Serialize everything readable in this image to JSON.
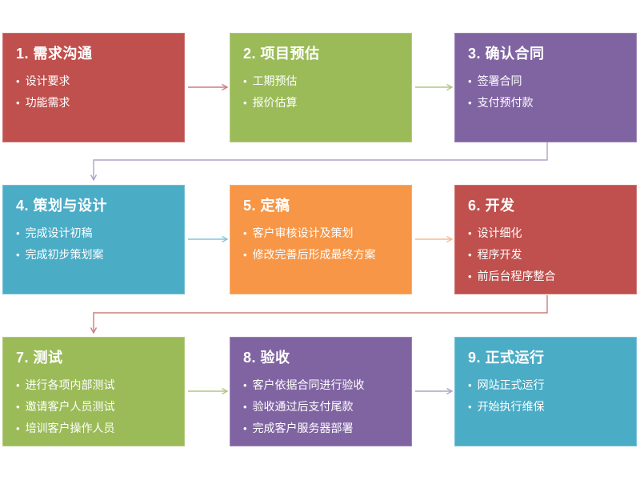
{
  "palette": {
    "red": "#C0504D",
    "green": "#9BBB59",
    "purple": "#8064A2",
    "teal": "#4BACC6",
    "orange": "#F79646",
    "red_tint": "#CC7E7B",
    "green_tint": "#B1C685",
    "purple_tint": "#B2A2C8",
    "teal_tint": "#84C5D9",
    "orange_tint": "#F9BA8F",
    "background": "#FFFFFF",
    "text": "#FFFFFF"
  },
  "steps": [
    {
      "number": 1,
      "title": "1. 需求沟通",
      "color": "#C0504D",
      "bullets": [
        "设计要求",
        "功能需求"
      ]
    },
    {
      "number": 2,
      "title": "2. 项目预估",
      "color": "#9BBB59",
      "bullets": [
        "工期预估",
        "报价估算"
      ]
    },
    {
      "number": 3,
      "title": "3. 确认合同",
      "color": "#8064A2",
      "bullets": [
        "签署合同",
        "支付预付款"
      ]
    },
    {
      "number": 4,
      "title": "4. 策划与设计",
      "color": "#4BACC6",
      "bullets": [
        "完成设计初稿",
        "完成初步策划案"
      ]
    },
    {
      "number": 5,
      "title": "5. 定稿",
      "color": "#F79646",
      "bullets": [
        "客户审核设计及策划",
        "修改完善后形成最终方案"
      ]
    },
    {
      "number": 6,
      "title": "6. 开发",
      "color": "#C0504D",
      "bullets": [
        "设计细化",
        "程序开发",
        "前后台程序整合"
      ]
    },
    {
      "number": 7,
      "title": "7. 测试",
      "color": "#9BBB59",
      "bullets": [
        "进行各项内部测试",
        "邀请客户人员测试",
        "培训客户操作人员"
      ]
    },
    {
      "number": 8,
      "title": "8. 验收",
      "color": "#8064A2",
      "bullets": [
        "客户依据合同进行验收",
        "验收通过后支付尾款",
        "完成客户服务器部署"
      ]
    },
    {
      "number": 9,
      "title": "9. 正式运行",
      "color": "#4BACC6",
      "bullets": [
        "网站正式运行",
        "开始执行维保"
      ]
    }
  ],
  "flow": {
    "connectors": [
      {
        "from": 1,
        "to": 2,
        "color": "#CC7E7B"
      },
      {
        "from": 2,
        "to": 3,
        "color": "#B1C685"
      },
      {
        "from": 3,
        "to": 4,
        "color": "#B2A2C8"
      },
      {
        "from": 4,
        "to": 5,
        "color": "#84C5D9"
      },
      {
        "from": 5,
        "to": 6,
        "color": "#F9BA8F"
      },
      {
        "from": 6,
        "to": 7,
        "color": "#CC7E7B"
      },
      {
        "from": 7,
        "to": 8,
        "color": "#B1C685"
      },
      {
        "from": 8,
        "to": 9,
        "color": "#B2A2C8"
      }
    ]
  }
}
